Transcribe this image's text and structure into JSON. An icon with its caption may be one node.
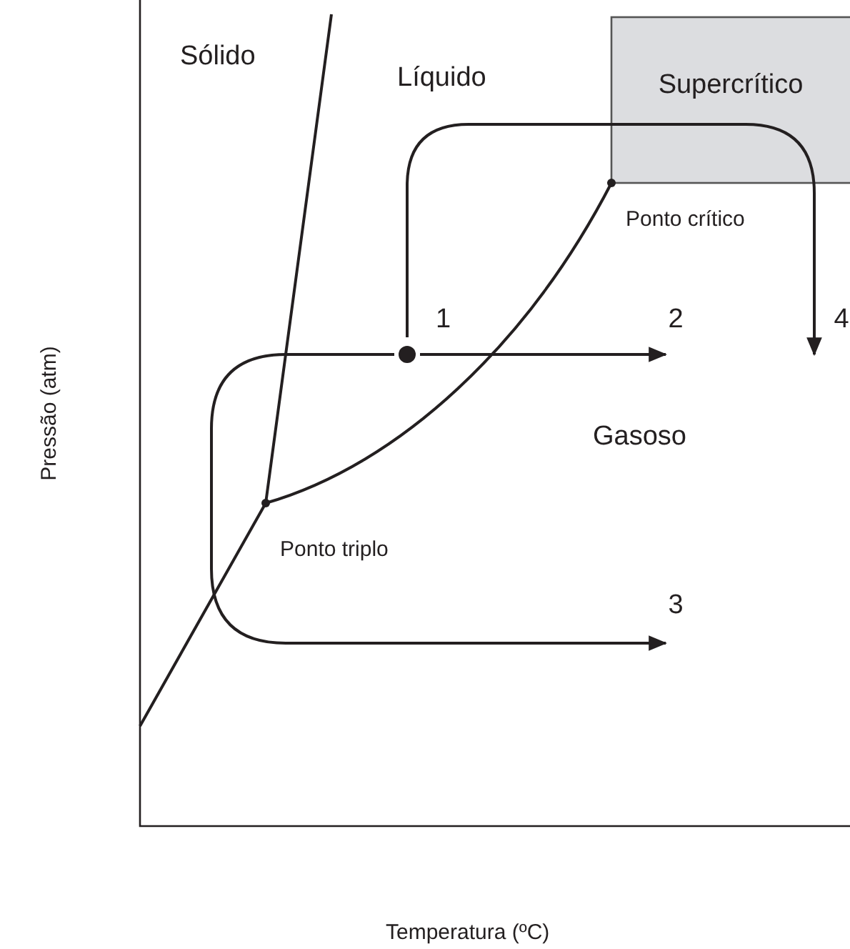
{
  "diagram": {
    "nodes": [
      {
        "text": [],
        "shape": "circle",
        "beside": [
          "1"
        ]
      },
      {
        "text": [
          "2"
        ]
      },
      {
        "text": [
          "3"
        ]
      },
      {
        "text": [
          "4"
        ]
      }
    ],
    "edges": [
      {
        "from": 0,
        "to": 1,
        "arrow": "to"
      },
      {
        "from": 0,
        "to": 2,
        "arrow": "to"
      },
      {
        "from": 0,
        "to": 3,
        "arrow": "to"
      }
    ],
    "labels": [
      "Supercrítico",
      "Sólido",
      "Líquido",
      "Ponto crítico",
      "Gasoso",
      "Ponto triplo",
      "Pressão (atm)",
      "Temperatura (ºC)"
    ]
  }
}
